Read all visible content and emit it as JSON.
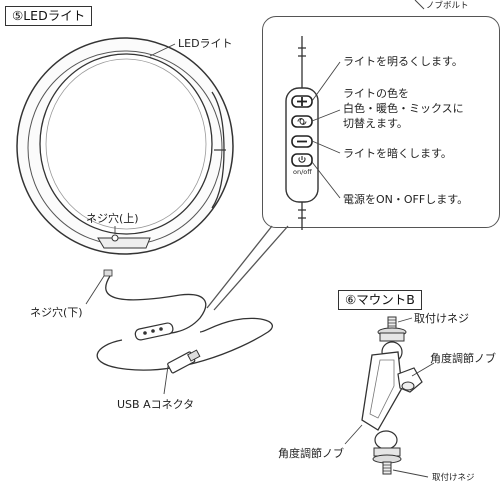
{
  "top_cut_label": "ノブボルト",
  "section5": {
    "title": "⑤LEDライト",
    "led_label": "LEDライト",
    "screw_top_label": "ネジ穴(上)",
    "screw_bottom_label": "ネジ穴(下)",
    "usb_label": "USB Aコネクタ",
    "remote": {
      "onoff_text": "on/off",
      "brighter": "ライトを明るくします。",
      "color_line1": "ライトの色を",
      "color_line2": "白色・暖色・ミックスに",
      "color_line3": "切替えます。",
      "darker": "ライトを暗くします。",
      "power": "電源をON・OFFします。"
    }
  },
  "section6": {
    "title": "⑥マウントB",
    "mount_screw_top": "取付けネジ",
    "angle_knob_right": "角度調節ノブ",
    "angle_knob_left": "角度調節ノブ",
    "mount_screw_bottom": "取付けネジ"
  }
}
